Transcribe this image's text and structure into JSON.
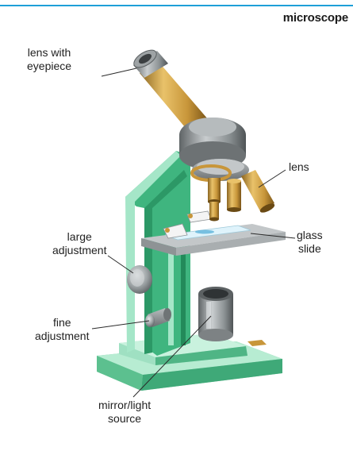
{
  "heading": "microscope",
  "colors": {
    "accent_rule": "#1e9fd8",
    "stand_green": "#3fb57f",
    "stand_light": "#9fe0c2",
    "metal_gray": "#8a8f92",
    "brass": "#c89a3c"
  },
  "labels": {
    "lens_with_eyepiece": [
      "lens with",
      "eyepiece"
    ],
    "lens": "lens",
    "glass_slide": [
      "glass",
      "slide"
    ],
    "large_adjustment": [
      "large",
      "adjustment"
    ],
    "fine_adjustment": [
      "fine",
      "adjustment"
    ],
    "mirror_light_source": [
      "mirror/light",
      "source"
    ]
  }
}
